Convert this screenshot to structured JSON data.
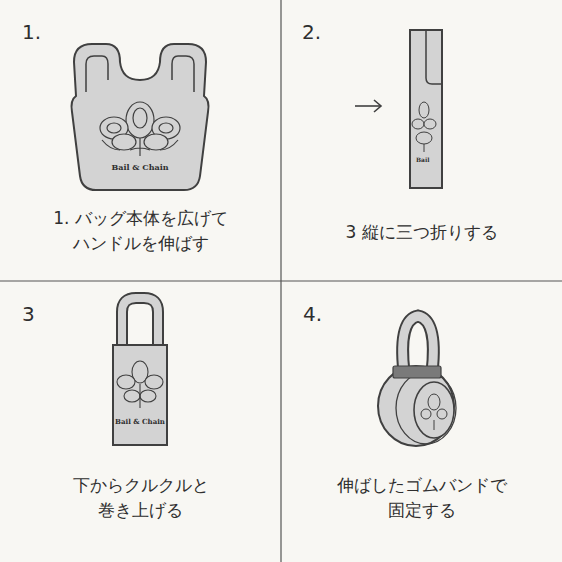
{
  "diagram": {
    "nodes": [
      {
        "text": [
          "1.",
          "1. バッグ本体を広げて ハンドルを伸ばす"
        ]
      },
      {
        "text": [
          "2.",
          "3 縦に三つ折りする"
        ]
      },
      {
        "text": [
          "3",
          "下からクルクルと 巻き上げる"
        ]
      },
      {
        "text": [
          "4.",
          "伸ばしたゴムバンドで 固定する"
        ]
      }
    ],
    "labels": [
      "Bail & Chain",
      "Bail",
      "Bail & Chain"
    ]
  }
}
